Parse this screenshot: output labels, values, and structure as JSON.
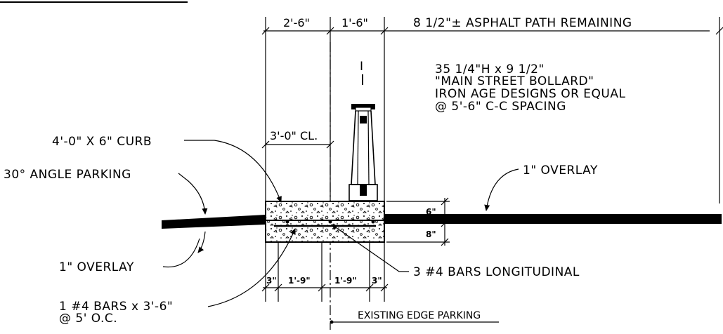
{
  "dimensions": {
    "d_2_6": "2'-6\"",
    "d_1_6": "1'-6\"",
    "asphalt": "8 1/2\"± ASPHALT PATH REMAINING",
    "cl": "3'-0\" CL.",
    "d_6": "6\"",
    "d_8": "8\"",
    "b_3a": "3\"",
    "b_19a": "1'-9\"",
    "b_19b": "1'-9\"",
    "b_3b": "3\""
  },
  "callouts": {
    "bollard_line1": "35 1/4\"H x 9 1/2\"",
    "bollard_line2": "\"MAIN STREET BOLLARD\"",
    "bollard_line3": "IRON AGE DESIGNS OR EQUAL",
    "bollard_line4": "@ 5'-6\" C-C SPACING",
    "bollard_tag": "I",
    "curb": "4'-0\" X 6\" CURB",
    "angle_parking": "30° ANGLE PARKING",
    "overlay_right": "1\" OVERLAY",
    "overlay_left": "1\" OVERLAY",
    "bars_long": "3 #4 BARS LONGITUDINAL",
    "bars_trans_line1": "1 #4 BARS x 3'-6\"",
    "bars_trans_line2": "@ 5' O.C.",
    "edge_parking": "EXISTING EDGE PARKING"
  }
}
